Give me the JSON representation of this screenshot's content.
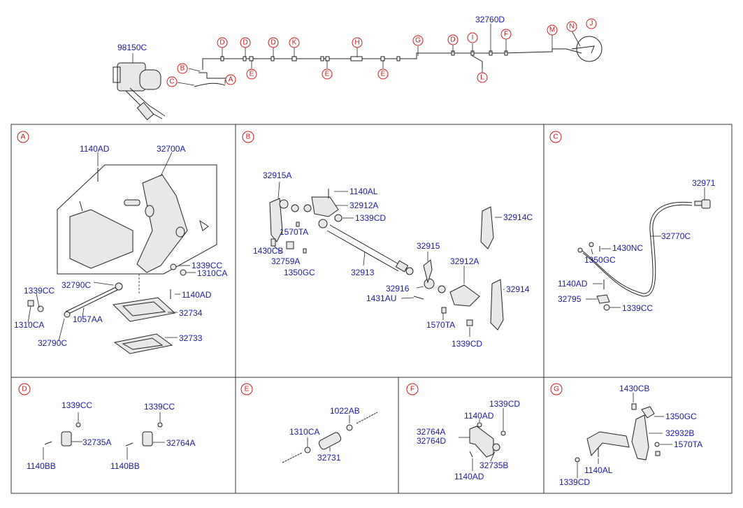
{
  "header": {
    "top_part": "98150C",
    "cable_part": "32760D",
    "callouts": [
      "A",
      "B",
      "C",
      "D",
      "E",
      "F",
      "G",
      "H",
      "I",
      "J",
      "K",
      "L",
      "M",
      "N"
    ]
  },
  "panels": {
    "A": {
      "letter": "A",
      "labels": [
        "1140AD",
        "32700A",
        "1339CC",
        "1310CA",
        "32790C",
        "1140AD",
        "1339CC",
        "32734",
        "1310CA",
        "1057AA",
        "32790C",
        "32733"
      ]
    },
    "B": {
      "letter": "B",
      "labels": [
        "32915A",
        "1140AL",
        "32912A",
        "1570TA",
        "1339CD",
        "32914C",
        "1430CB",
        "32759A",
        "1350GC",
        "32913",
        "32915",
        "32912A",
        "32916",
        "32914",
        "1431AU",
        "1570TA",
        "1339CD"
      ]
    },
    "C": {
      "letter": "C",
      "labels": [
        "32971",
        "32770C",
        "1430NC",
        "1350GC",
        "1140AD",
        "32795",
        "1339CC"
      ]
    },
    "D": {
      "letter": "D",
      "labels": [
        "1339CC",
        "1339CC",
        "32735A",
        "32764A",
        "1140BB",
        "1140BB"
      ]
    },
    "E": {
      "letter": "E",
      "labels": [
        "1022AB",
        "1310CA",
        "32731"
      ]
    },
    "F": {
      "letter": "F",
      "labels": [
        "1339CD",
        "1140AD",
        "32764A",
        "32764D",
        "32735B",
        "1140AD"
      ]
    },
    "G": {
      "letter": "G",
      "labels": [
        "1430CB",
        "1350GC",
        "32932B",
        "1570TA",
        "1140AL",
        "1339CD"
      ]
    }
  },
  "colors": {
    "label": "#1a1aa8",
    "callout": "#d01818",
    "line": "#222222"
  }
}
